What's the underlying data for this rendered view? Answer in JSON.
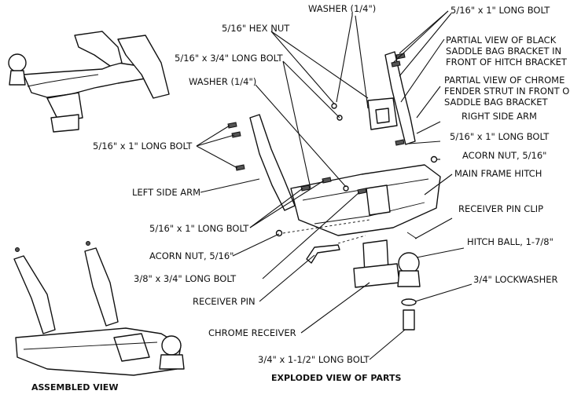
{
  "captions": {
    "assembled": "ASSEMBLED VIEW",
    "exploded": "EXPLODED VIEW OF PARTS"
  },
  "labels": {
    "washer_top": "WASHER (1/4\")",
    "bolt_516x1_top": "5/16\" x 1\" LONG BOLT",
    "hex_nut": "5/16\" HEX NUT",
    "partial_black_1": "PARTIAL VIEW OF BLACK",
    "partial_black_2": "SADDLE BAG BRACKET IN",
    "partial_black_3": "FRONT OF HITCH BRACKET",
    "bolt_516x34": "5/16\" x 3/4\" LONG BOLT",
    "partial_chrome_1": "PARTIAL VIEW OF CHROME",
    "partial_chrome_2": "FENDER STRUT IN FRONT OF",
    "partial_chrome_3": "SADDLE BAG BRACKET",
    "washer_left": "WASHER (1/4\")",
    "right_side_arm": "RIGHT SIDE ARM",
    "bolt_516x1_right": "5/16\" x 1\" LONG BOLT",
    "bolt_516x1_left": "5/16\" x 1\" LONG BOLT",
    "acorn_nut_right": "ACORN NUT, 5/16\"",
    "main_frame_hitch": "MAIN FRAME HITCH",
    "left_side_arm": "LEFT SIDE ARM",
    "receiver_pin_clip": "RECEIVER PIN CLIP",
    "bolt_516x1_lower": "5/16\" x 1\" LONG BOLT",
    "hitch_ball": "HITCH BALL, 1-7/8\"",
    "acorn_nut_left": "ACORN NUT, 5/16\"",
    "lockwasher": "3/4\" LOCKWASHER",
    "bolt_38x34": "3/8\" x 3/4\" LONG BOLT",
    "receiver_pin": "RECEIVER PIN",
    "chrome_receiver": "CHROME RECEIVER",
    "bolt_34x112": "3/4\" x 1-1/2\" LONG BOLT"
  }
}
